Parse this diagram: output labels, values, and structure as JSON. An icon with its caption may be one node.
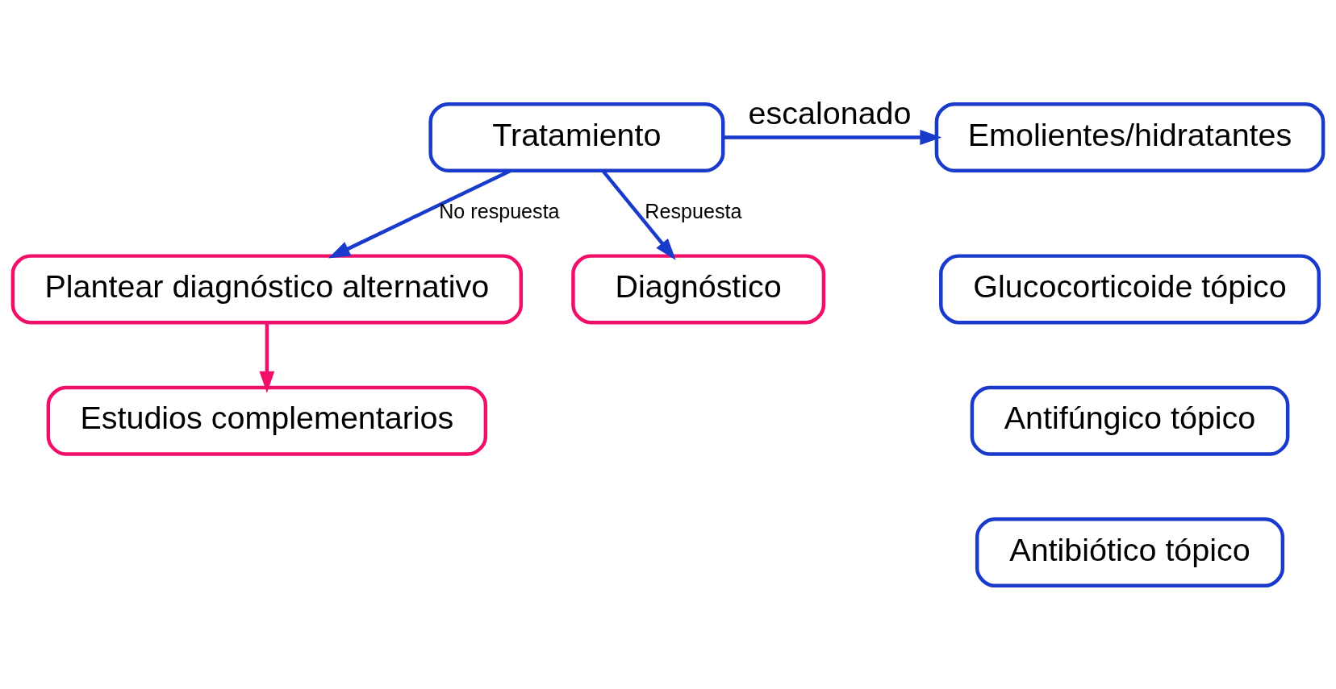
{
  "diagram": {
    "nodes": [
      {
        "text": [
          "Tratamiento"
        ]
      },
      {
        "text": [
          "Emolientes/hidratantes"
        ]
      },
      {
        "text": [
          "Glucocorticoide tópico"
        ]
      },
      {
        "text": [
          "Antifúngico tópico"
        ]
      },
      {
        "text": [
          "Antibiótico tópico"
        ]
      },
      {
        "text": [
          "Plantear diagnóstico alternativo"
        ]
      },
      {
        "text": [
          "Diagnóstico"
        ]
      },
      {
        "text": [
          "Estudios complementarios"
        ]
      }
    ],
    "edges": [
      {
        "from": 0,
        "to": 1,
        "arrow": "to",
        "label": "escalonado"
      },
      {
        "from": 0,
        "to": 5,
        "arrow": "to",
        "label": "No respuesta"
      },
      {
        "from": 0,
        "to": 6,
        "arrow": "to",
        "label": "Respuesta"
      },
      {
        "from": 5,
        "to": 7,
        "arrow": "to",
        "color": "#f0106a"
      }
    ]
  }
}
